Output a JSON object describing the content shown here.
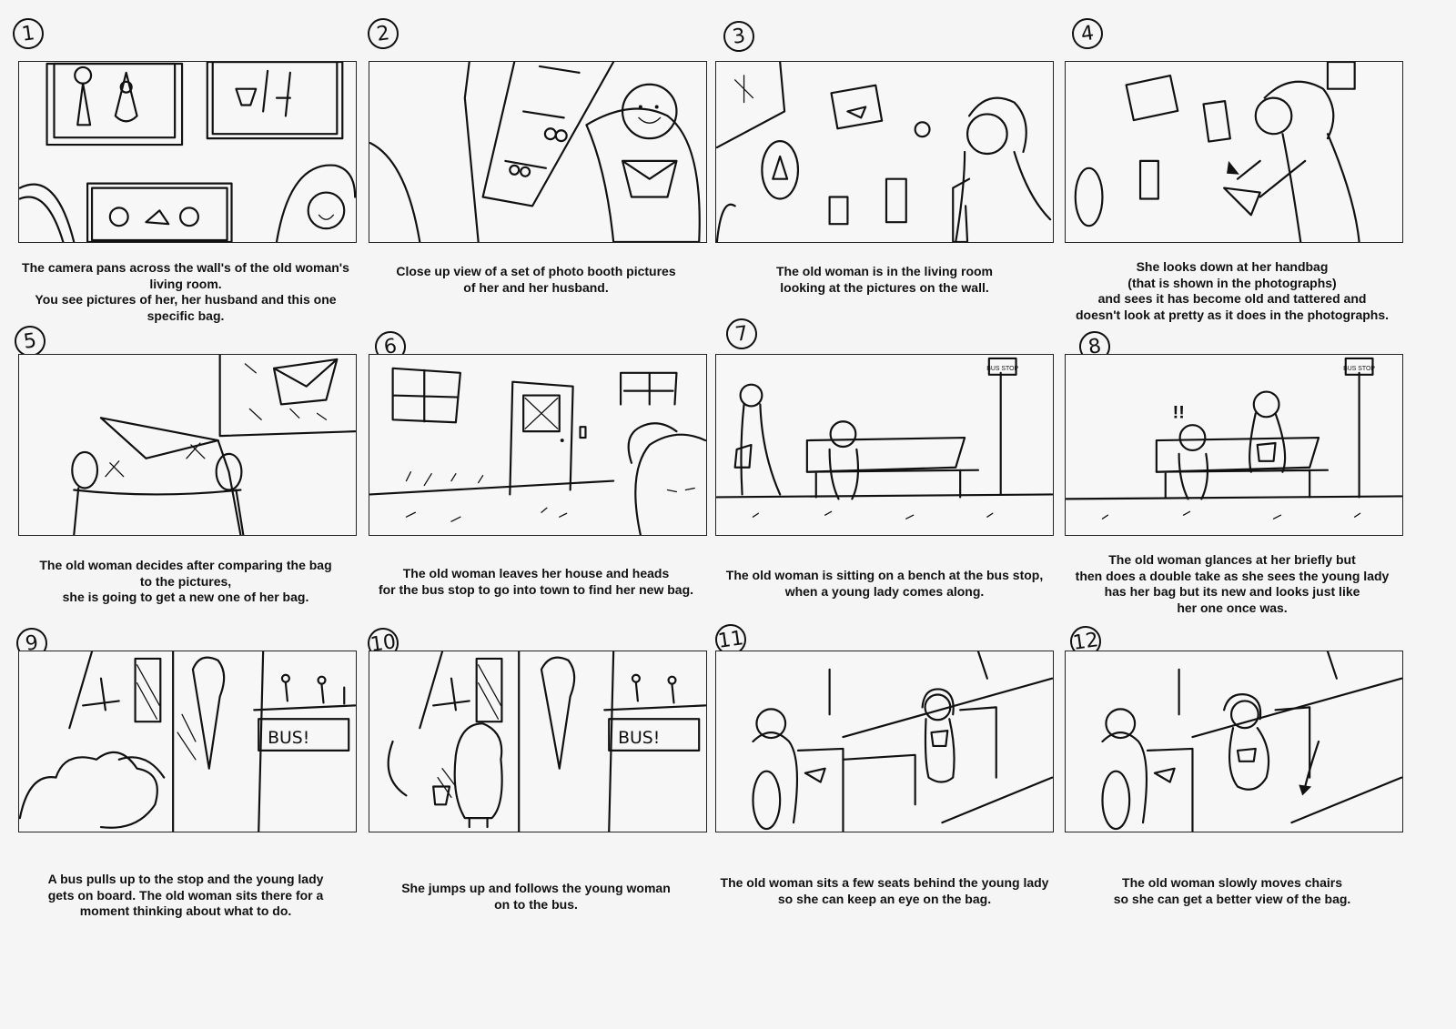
{
  "panels": [
    {
      "number": "1",
      "caption": [
        "The camera pans across the wall's of the old woman's",
        "living room.",
        "You see pictures of her, her husband and this one",
        "specific bag."
      ]
    },
    {
      "number": "2",
      "caption": [
        "Close up view of a set of photo booth pictures",
        "of her and her husband."
      ]
    },
    {
      "number": "3",
      "caption": [
        "The old woman is in the living room",
        "looking at the pictures on the wall."
      ]
    },
    {
      "number": "4",
      "caption": [
        "She looks down at her handbag",
        "(that is shown in the photographs)",
        "and sees it has become old and tattered and",
        "doesn't look at pretty as it does in the photographs."
      ]
    },
    {
      "number": "5",
      "caption": [
        "The old woman decides after comparing the bag",
        "to the pictures,",
        "she is going to get a new one of her bag."
      ]
    },
    {
      "number": "6",
      "caption": [
        "The old woman leaves her house and heads",
        "for the bus stop to go into town to find her new bag."
      ]
    },
    {
      "number": "7",
      "caption": [
        "The old woman is sitting on a bench at the bus stop,",
        "when a young lady comes along."
      ]
    },
    {
      "number": "8",
      "caption": [
        "The old woman glances at her briefly but",
        "then does a double take as she sees the young lady",
        "has her bag but its new and looks just like",
        "her one once was."
      ]
    },
    {
      "number": "9",
      "caption": [
        "A bus pulls up to the stop and the young lady",
        "gets on board.  The old woman sits there for a",
        "moment thinking about what to do."
      ]
    },
    {
      "number": "10",
      "caption": [
        "She jumps up and follows the young woman",
        "on to the bus."
      ]
    },
    {
      "number": "11",
      "caption": [
        "The old woman sits a few seats behind the young lady",
        "so she can keep an eye on the bag."
      ]
    },
    {
      "number": "12",
      "caption": [
        "The old woman slowly moves chairs",
        "so she can get a better view of the bag."
      ]
    }
  ],
  "sketch_text": {
    "bus_stop_sign": "BUS STOP",
    "bus_shout": "BUS!",
    "exclaim": "!!"
  }
}
